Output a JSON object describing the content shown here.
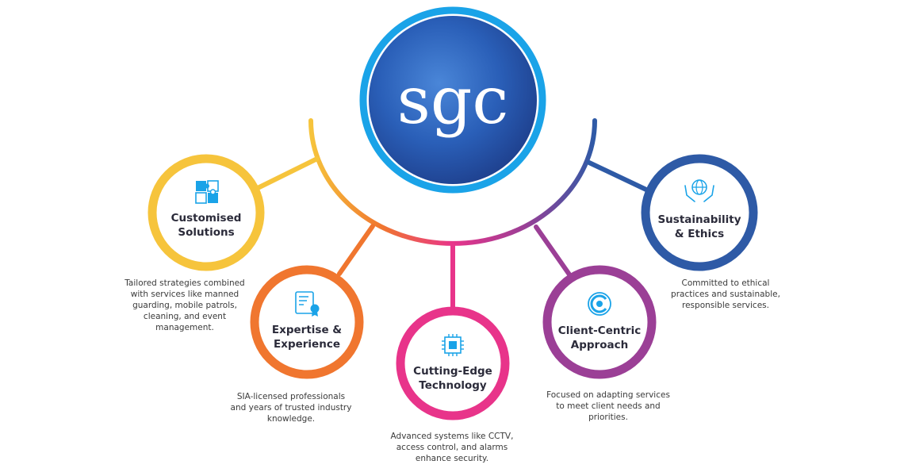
{
  "logo": {
    "text": "sgc",
    "ring_color": "#1aa3e8",
    "fill_color": "#2a5fb8"
  },
  "nodes": [
    {
      "id": "customised",
      "title": [
        "Customised",
        "Solutions"
      ],
      "icon": "puzzle-icon",
      "color": "#f6c43c",
      "description": "Tailored strategies combined\nwith services like manned\nguarding, mobile patrols,\ncleaning, and event\nmanagement."
    },
    {
      "id": "expertise",
      "title": [
        "Expertise &",
        "Experience"
      ],
      "icon": "certificate-icon",
      "color": "#f0762f",
      "description": "SIA-licensed professionals\nand years of trusted industry\nknowledge."
    },
    {
      "id": "technology",
      "title": [
        "Cutting-Edge",
        "Technology"
      ],
      "icon": "chip-icon",
      "color": "#e8348a",
      "description": "Advanced systems like CCTV,\naccess control, and alarms\nenhance security."
    },
    {
      "id": "client",
      "title": [
        "Client-Centric",
        "Approach"
      ],
      "icon": "target-icon",
      "color": "#9b3f96",
      "description": "Focused on adapting services\nto meet client needs and\npriorities."
    },
    {
      "id": "sustainability",
      "title": [
        "Sustainability",
        "& Ethics"
      ],
      "icon": "globe-hands-icon",
      "color": "#2e5aa6",
      "description": "Committed to ethical\npractices and sustainable,\nresponsible services."
    }
  ],
  "icon_color": "#1aa3e8"
}
